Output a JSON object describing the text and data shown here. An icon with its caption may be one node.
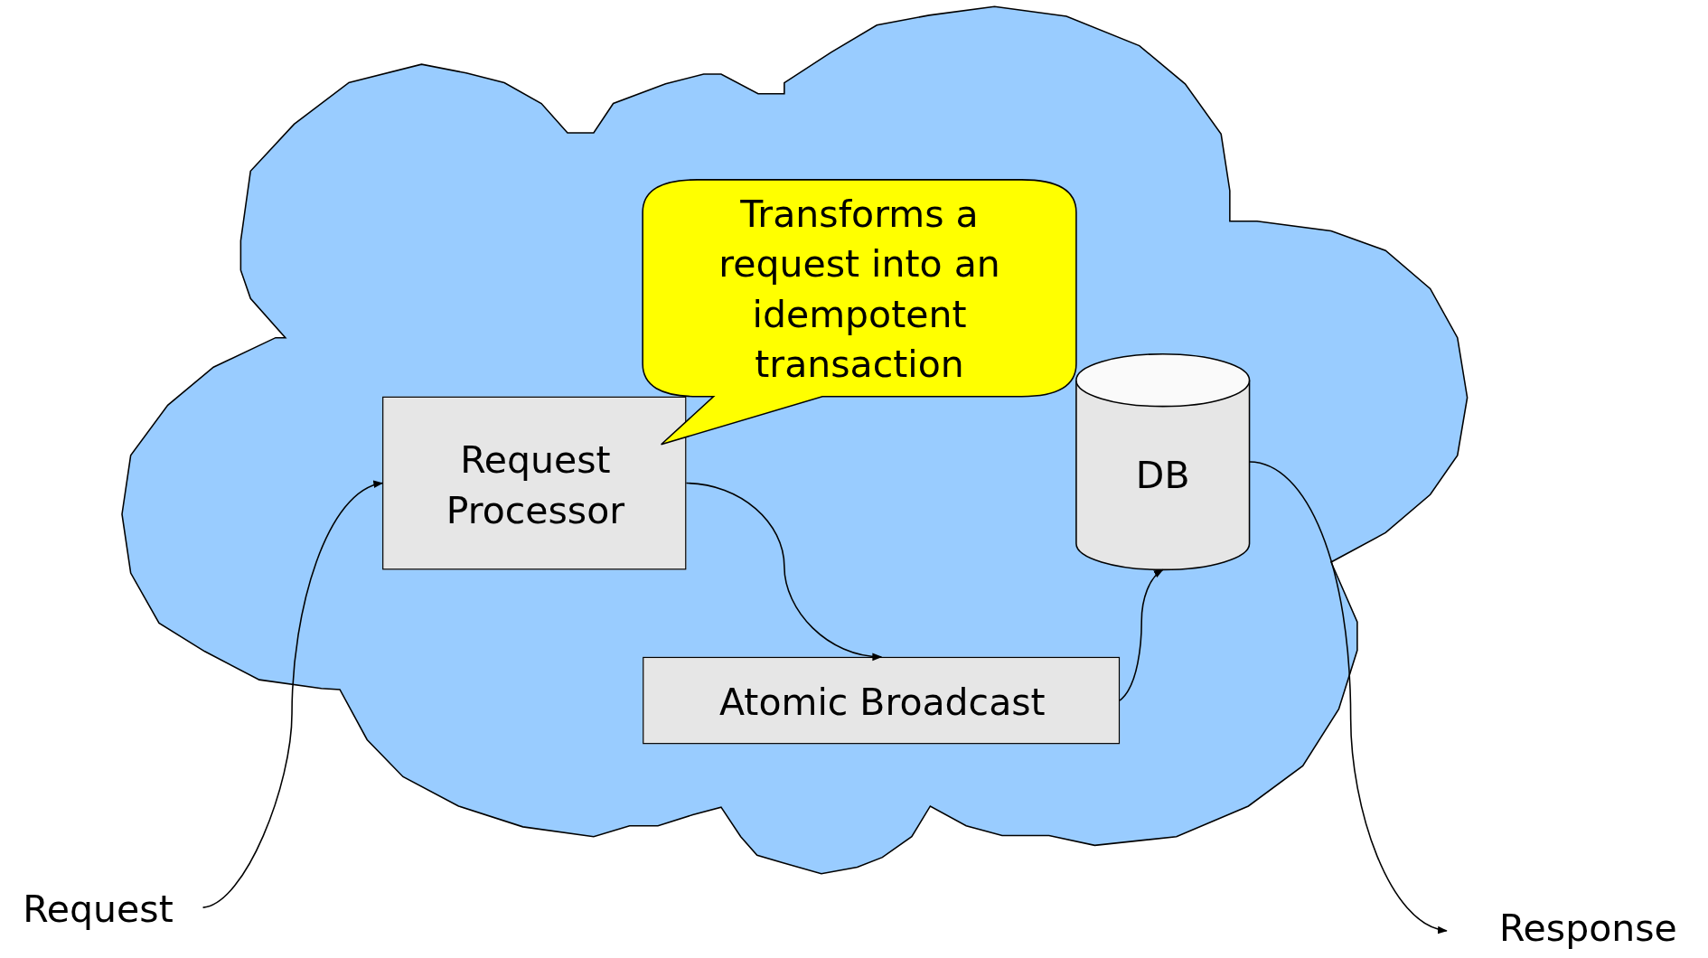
{
  "diagram": {
    "nodes": [
      {
        "text": [],
        "shape": "cloud"
      },
      {
        "text": [
          "Request Processor"
        ],
        "in": 0
      },
      {
        "text": [
          "Transforms a request into an idempotent transaction"
        ],
        "in": 0
      },
      {
        "text": [
          "DB"
        ],
        "in": 0
      },
      {
        "text": [
          "Atomic Broadcast"
        ],
        "in": 0
      },
      {
        "text": [
          "Request"
        ]
      },
      {
        "text": [
          "Response"
        ]
      }
    ],
    "edges": [
      {
        "from": 5,
        "to": 1,
        "arrow": "to"
      },
      {
        "from": 1,
        "to": 4,
        "arrow": "to"
      },
      {
        "from": 4,
        "to": 3,
        "arrow": "to"
      },
      {
        "from": 3,
        "to": 6,
        "arrow": "to"
      }
    ]
  }
}
